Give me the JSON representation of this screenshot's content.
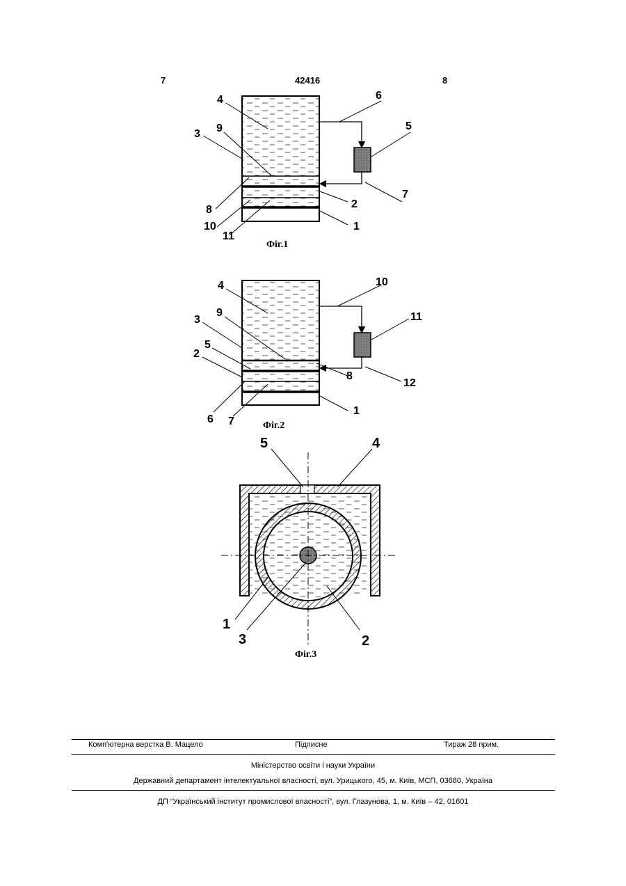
{
  "header": {
    "page_left": "7",
    "patent_number": "42416",
    "page_right": "8"
  },
  "figures": {
    "fig1": {
      "caption": "Фіг.1",
      "labels": {
        "l4": "4",
        "l3": "3",
        "l9": "9",
        "l6": "6",
        "l5": "5",
        "l7": "7",
        "l8": "8",
        "l2": "2",
        "l10": "10",
        "l1": "1",
        "l11": "11"
      }
    },
    "fig2": {
      "caption": "Фіг.2",
      "labels": {
        "l4": "4",
        "l9": "9",
        "l3": "3",
        "l5": "5",
        "l2": "2",
        "l10": "10",
        "l11": "11",
        "l8": "8",
        "l12": "12",
        "l6": "6",
        "l7": "7",
        "l1": "1"
      }
    },
    "fig3": {
      "caption": "Фіг.3",
      "labels": {
        "l5": "5",
        "l4": "4",
        "l1": "1",
        "l3": "3",
        "l2": "2"
      }
    }
  },
  "footer": {
    "typesetting": "Комп'ютерна верстка В. Мацело",
    "signed": "Підписне",
    "circulation": "Тираж 28 прим.",
    "ministry": "Міністерство освіти і науки України",
    "department": "Державний департамент інтелектуальної власності, вул. Урицького, 45, м. Київ, МСП, 03680, Україна",
    "institute": "ДП “Український інститут промислової власності”, вул. Глазунова, 1, м. Київ – 42, 01601"
  }
}
